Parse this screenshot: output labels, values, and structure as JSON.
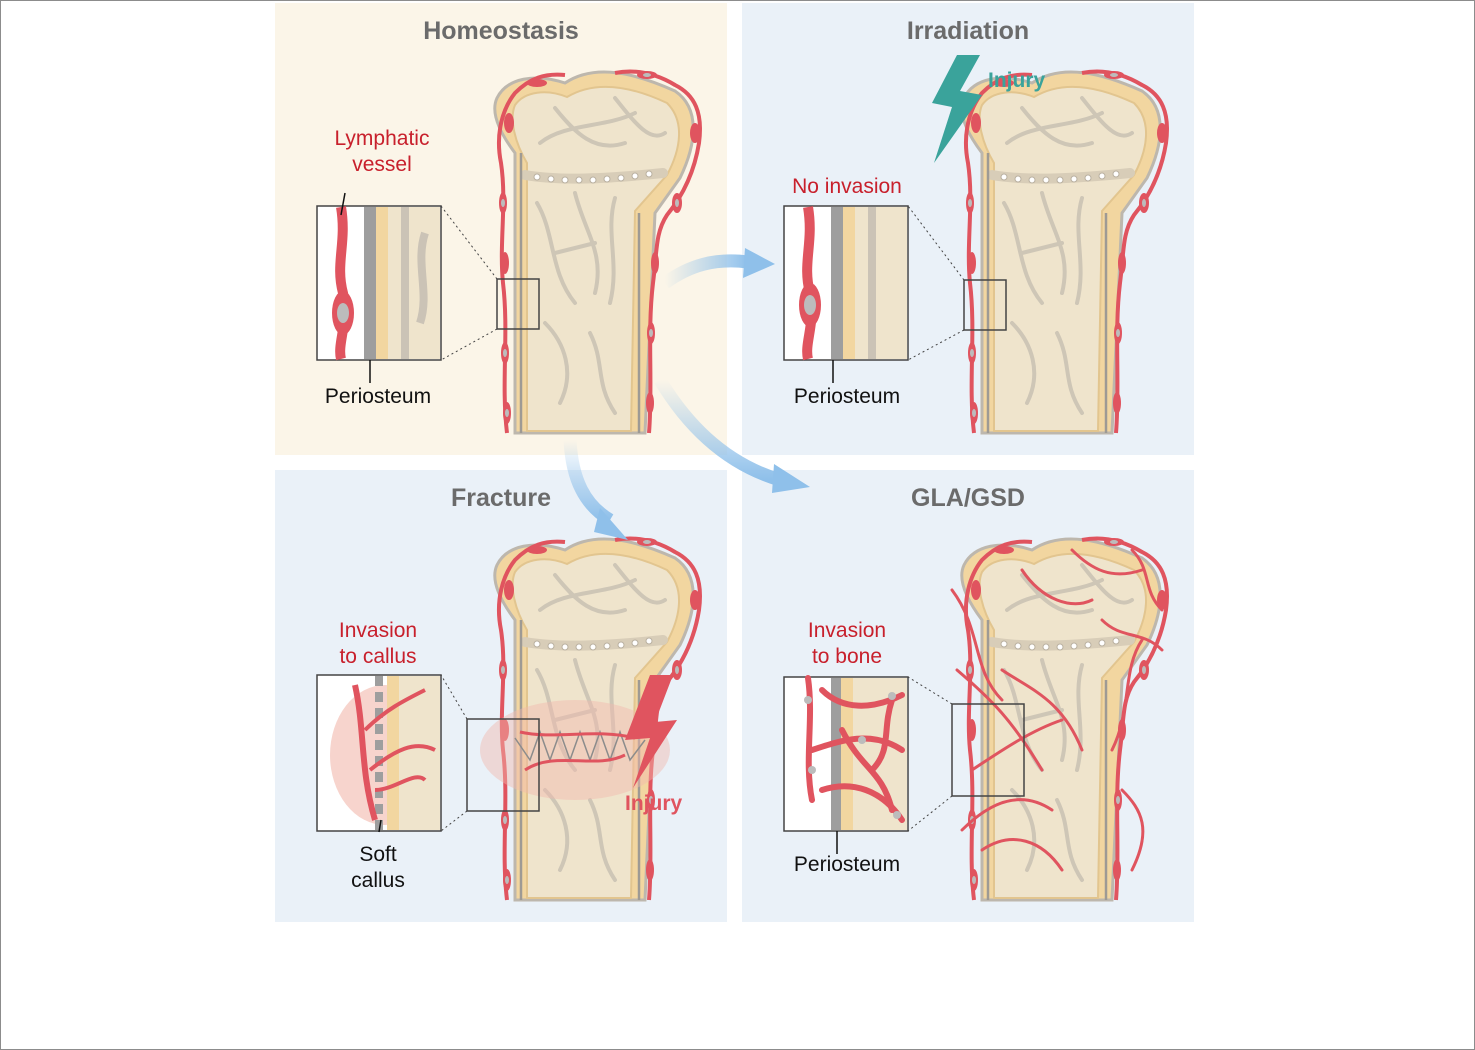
{
  "panels": {
    "homeostasis": {
      "title": "Homeostasis",
      "label_vessel_1": "Lymphatic",
      "label_vessel_2": "vessel",
      "label_periosteum": "Periosteum"
    },
    "irradiation": {
      "title": "Irradiation",
      "injury": "Injury",
      "label_invasion": "No invasion",
      "label_periosteum": "Periosteum"
    },
    "fracture": {
      "title": "Fracture",
      "injury": "Injury",
      "label_invasion_1": "Invasion",
      "label_invasion_2": "to callus",
      "label_callus_1": "Soft",
      "label_callus_2": "callus"
    },
    "gla_gsd": {
      "title": "GLA/GSD",
      "label_invasion_1": "Invasion",
      "label_invasion_2": "to bone",
      "label_periosteum": "Periosteum"
    }
  },
  "colors": {
    "vessel": "#e0545f",
    "vessel_dark": "#c8202c",
    "bone": "#f3dfb8",
    "cortex": "#f5d9a2",
    "injury_teal": "#3aa39b",
    "injury_red": "#e0545f",
    "arrow": "#8fc0ea"
  }
}
